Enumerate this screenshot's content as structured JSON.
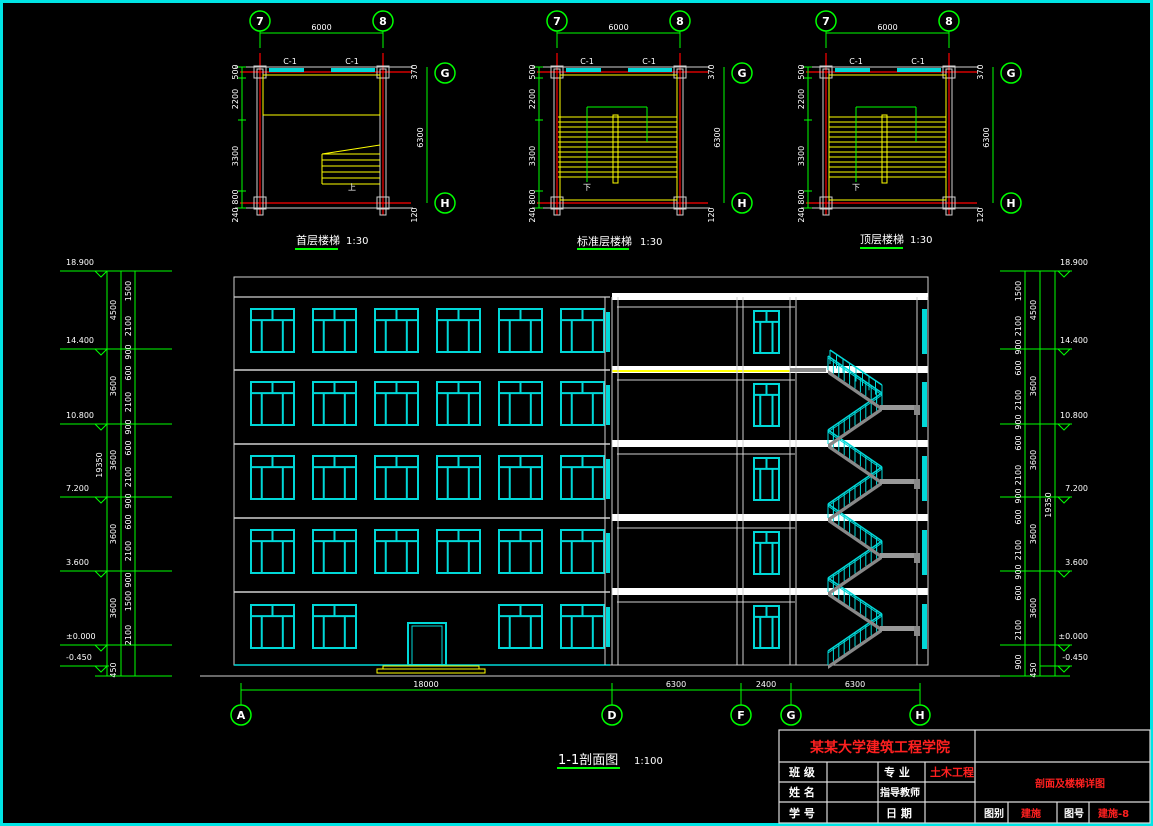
{
  "colors": {
    "background": "#000000",
    "frame": "#00e5e5",
    "window": "#00d8d8",
    "wall": "#ffffff",
    "dim": "#00ff00",
    "axis_line": "#ff0000",
    "stair": "#ffff00",
    "title_red": "#ff2020"
  },
  "plans": [
    {
      "title": "首层楼梯",
      "scale": "1:30",
      "axes_x": [
        "7",
        "8"
      ],
      "axes_y": [
        "G",
        "H"
      ],
      "span": "6000",
      "depth": "6300",
      "win1": "C-1",
      "win2": "C-1",
      "left_dims": [
        "500",
        "2200",
        "3300",
        "800",
        "240"
      ],
      "right_dims": [
        "370",
        "120"
      ],
      "stair_note": "上"
    },
    {
      "title": "标准层楼梯",
      "scale": "1:30",
      "axes_x": [
        "7",
        "8"
      ],
      "axes_y": [
        "G",
        "H"
      ],
      "span": "6000",
      "depth": "6300",
      "win1": "C-1",
      "win2": "C-1",
      "left_dims": [
        "500",
        "2200",
        "3300",
        "800",
        "240"
      ],
      "right_dims": [
        "370",
        "120"
      ],
      "stair_note": "下"
    },
    {
      "title": "顶层楼梯",
      "scale": "1:30",
      "axes_x": [
        "7",
        "8"
      ],
      "axes_y": [
        "G",
        "H"
      ],
      "span": "6000",
      "depth": "6300",
      "win1": "C-1",
      "win2": "C-1",
      "left_dims": [
        "500",
        "2200",
        "3300",
        "800",
        "240"
      ],
      "right_dims": [
        "370",
        "120"
      ],
      "stair_note": "下"
    }
  ],
  "section": {
    "title": "1-1剖面图",
    "scale": "1:100",
    "levels": [
      "18.900",
      "14.400",
      "10.800",
      "7.200",
      "3.600",
      "±0.000",
      "-0.450"
    ],
    "total_height": "19350",
    "left_floor_dims": [
      "4500",
      "3600",
      "3600",
      "3600",
      "3600",
      "450"
    ],
    "left_detail_dims": [
      "1500",
      "2100",
      "900",
      "600",
      "2100",
      "900",
      "600",
      "2100",
      "900",
      "600",
      "2100",
      "900",
      "1500",
      "2100"
    ],
    "right_floor_dims": [
      "4500",
      "3600",
      "3600",
      "3600",
      "3600",
      "450"
    ],
    "right_detail_dims": [
      "1500",
      "2100",
      "900",
      "600",
      "2100",
      "900",
      "600",
      "2100",
      "900",
      "600",
      "2100",
      "900",
      "600",
      "2100",
      "900"
    ],
    "axes": [
      "A",
      "D",
      "F",
      "G",
      "H"
    ],
    "axis_dims": [
      "18000",
      "6300",
      "2400",
      "6300"
    ]
  },
  "title_block": {
    "school": "某某大学建筑工程学院",
    "class_label": "班  级",
    "major_label": "专  业",
    "major_value": "土木工程",
    "name_label": "姓  名",
    "advisor_label": "指导教师",
    "id_label": "学  号",
    "date_label": "日  期",
    "drawing_name": "剖面及楼梯详图",
    "type_label": "图别",
    "type_value": "建施",
    "number_label": "图号",
    "number_value": "建施-8"
  }
}
